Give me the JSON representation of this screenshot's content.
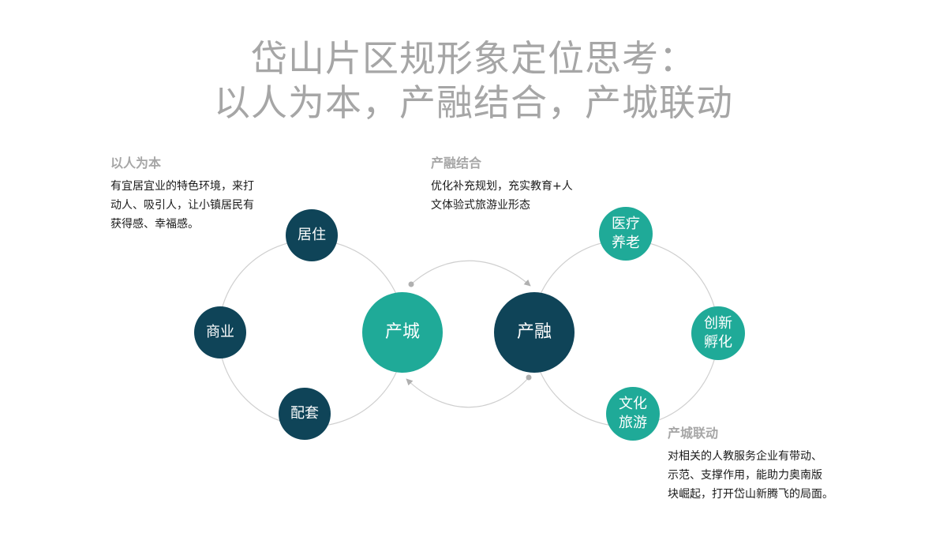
{
  "title": {
    "line1": "岱山片区规形象定位思考：",
    "line2": "以人为本，产融结合，产城联动"
  },
  "blocks": {
    "people": {
      "heading": "以人为本",
      "lines": [
        "有宜居宜业的特色环境，来打",
        "动人、吸引人，让小镇居民有",
        "获得感、幸福感。"
      ]
    },
    "finance": {
      "heading": "产融结合",
      "lines": [
        "优化补充规划，充实教育+人",
        "文体验式旅游业形态"
      ]
    },
    "linkage": {
      "heading": "产城联动",
      "lines": [
        "对相关的人教服务企业有带动、",
        "示范、支撑作用，能助力奥南版",
        "块崛起，打开岱山新腾飞的局面。"
      ]
    }
  },
  "nodes": {
    "residence": [
      "居住"
    ],
    "commerce": [
      "商业"
    ],
    "supporting": [
      "配套"
    ],
    "city": [
      "产城"
    ],
    "fusion": [
      "产融"
    ],
    "medical": [
      "医疗",
      "养老"
    ],
    "innovation": [
      "创新",
      "孵化"
    ],
    "culture": [
      "文化",
      "旅游"
    ]
  },
  "colors": {
    "dark_node": "#0f4458",
    "teal_node": "#1faa98",
    "title_gray": "#a6a6a6",
    "connector": "#cfcfcf",
    "arrow": "#b0b0b0"
  }
}
